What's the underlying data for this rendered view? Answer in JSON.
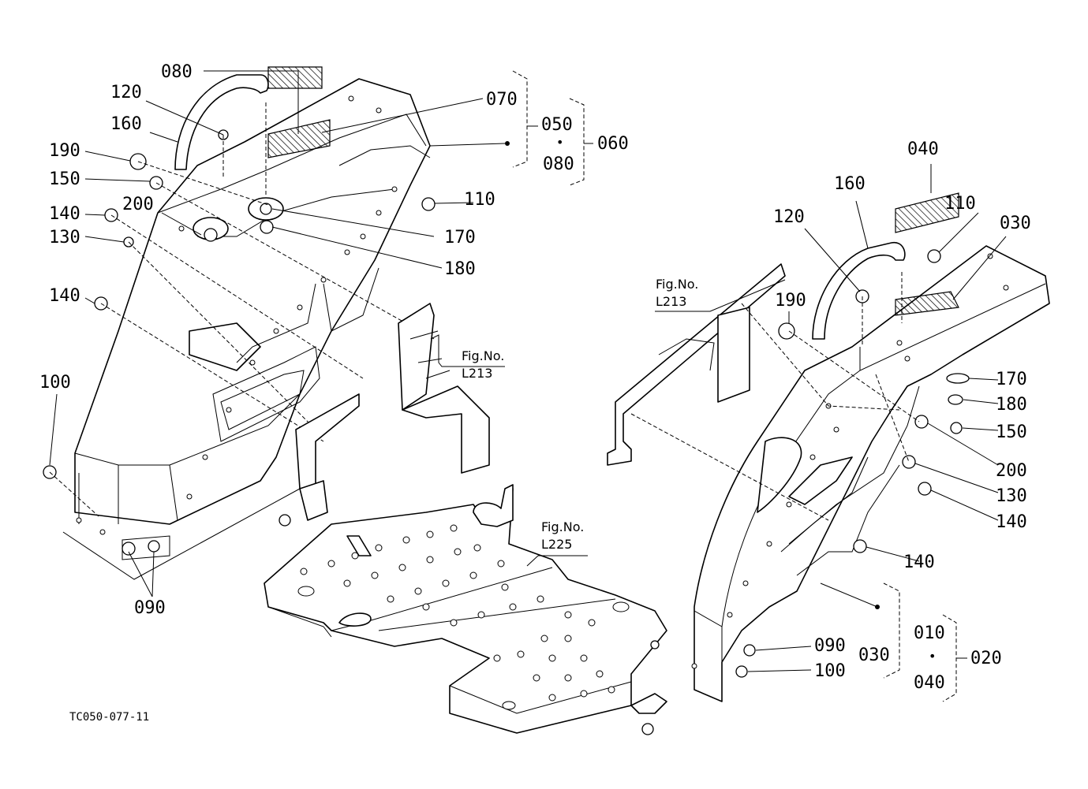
{
  "drawing_code": "TC050-077-11",
  "callouts": {
    "left": {
      "c080": "080",
      "c120": "120",
      "c160": "160",
      "c190": "190",
      "c150": "150",
      "c200": "200",
      "c140a": "140",
      "c130": "130",
      "c140b": "140",
      "c100": "100",
      "c090": "090",
      "c070": "070",
      "c110": "110",
      "c170": "170",
      "c180": "180",
      "c050": "050",
      "c080b": "080",
      "c060": "060"
    },
    "right": {
      "c040": "040",
      "c160": "160",
      "c110": "110",
      "c030": "030",
      "c120": "120",
      "c190": "190",
      "c170": "170",
      "c180": "180",
      "c150": "150",
      "c200": "200",
      "c130": "130",
      "c140a": "140",
      "c140b": "140",
      "c090": "090",
      "c100": "100",
      "c030b": "030",
      "c010": "010",
      "c040b": "040",
      "c020": "020"
    }
  },
  "figure_refs": {
    "ref1": {
      "prefix": "Fig.No.",
      "number": "L213"
    },
    "ref2": {
      "prefix": "Fig.No.",
      "number": "L213"
    },
    "ref3": {
      "prefix": "Fig.No.",
      "number": "L225"
    }
  },
  "separator_dot": "•"
}
